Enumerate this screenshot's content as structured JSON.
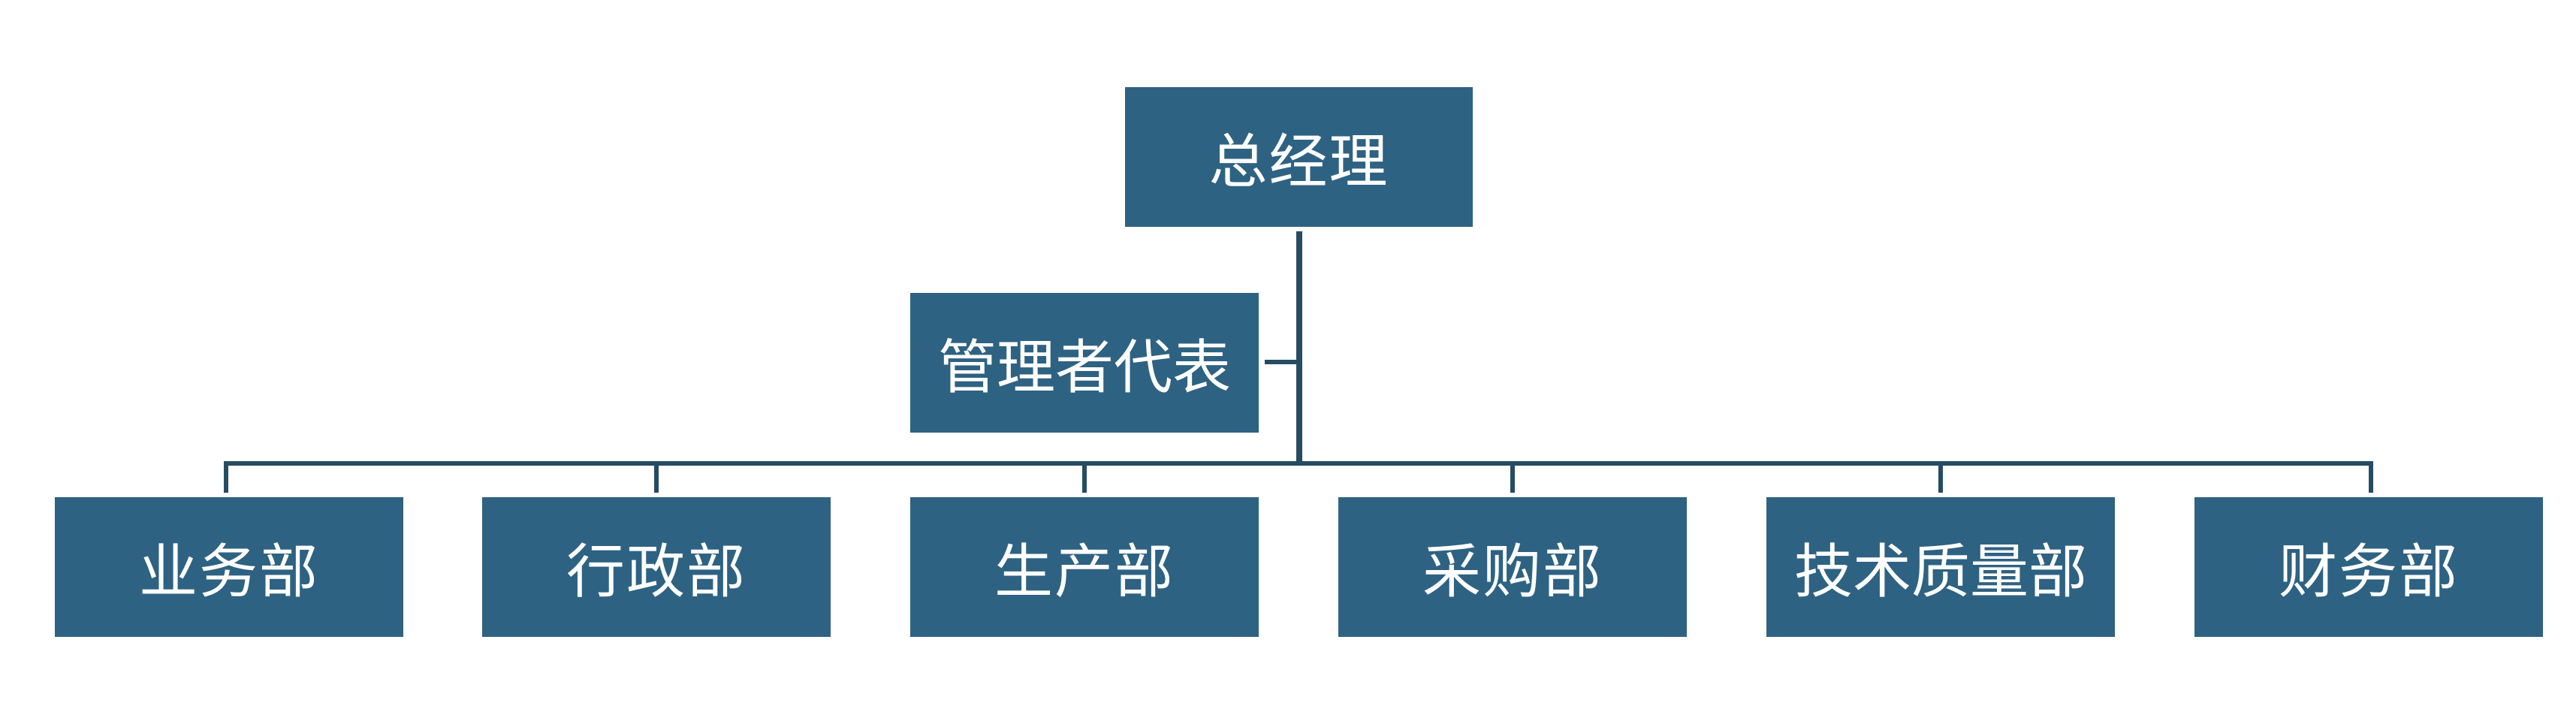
{
  "colors": {
    "node_fill": "#2E6282",
    "connector": "#254C63",
    "text": "#FFFFFF"
  },
  "org": {
    "root": {
      "label": "总经理"
    },
    "assistant": {
      "label": "管理者代表"
    },
    "departments": [
      {
        "label": "业务部"
      },
      {
        "label": "行政部"
      },
      {
        "label": "生产部"
      },
      {
        "label": "采购部"
      },
      {
        "label": "技术质量部"
      },
      {
        "label": "财务部"
      }
    ]
  }
}
